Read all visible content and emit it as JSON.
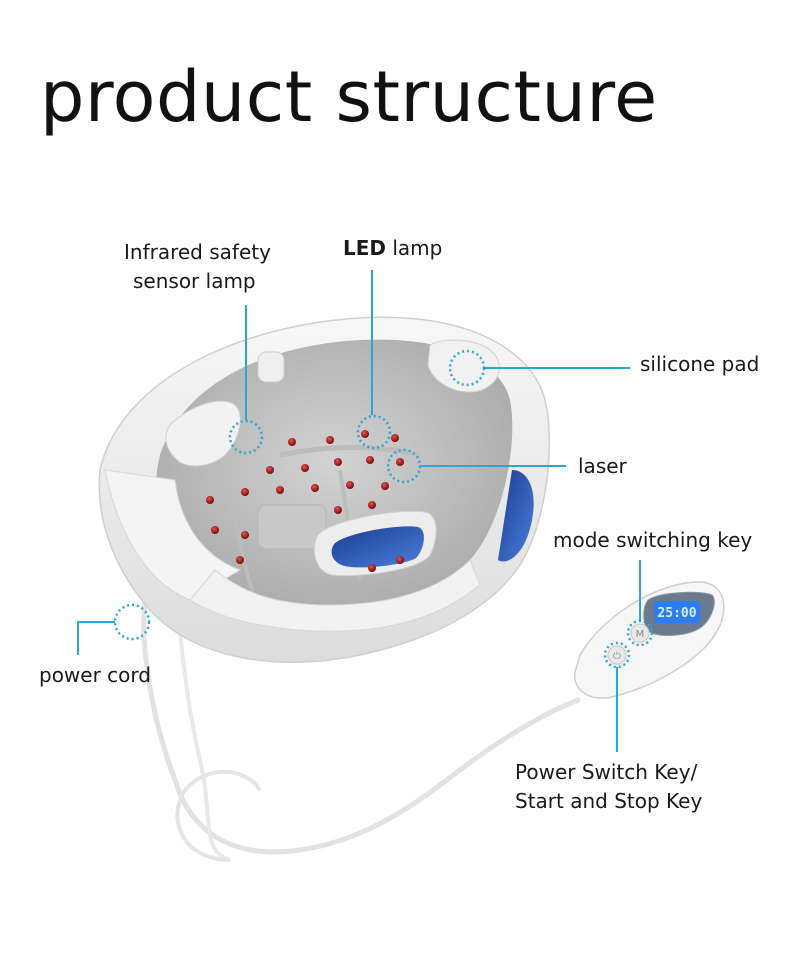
{
  "title": "product structure",
  "accent_color": "#2aa7d2",
  "labels": {
    "infrared_line1": "Infrared safety",
    "infrared_line2": "sensor lamp",
    "led_bold": "LED",
    "led_rest": " lamp",
    "silicone_pad": "silicone pad",
    "laser": "laser",
    "mode_key": "mode switching key",
    "power_cord": "power cord",
    "power_key_line1": "Power Switch Key/",
    "power_key_line2": "Start and Stop Key"
  },
  "remote": {
    "display_value": "25:00",
    "mode_key_glyph": "M"
  }
}
